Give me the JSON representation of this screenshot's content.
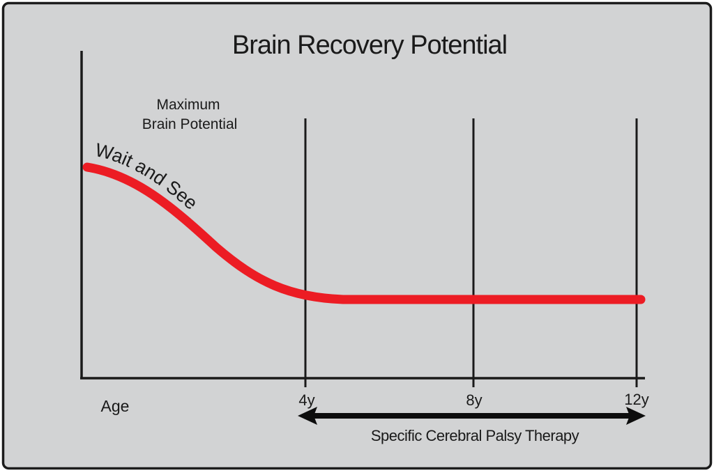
{
  "title": "Brain Recovery Potential",
  "labels": {
    "max_potential_line1": "Maximum",
    "max_potential_line2": "Brain Potential",
    "curve_label": "Wait and See",
    "x_axis": "Age",
    "therapy_arrow": "Specific Cerebral Palsy Therapy"
  },
  "ticks": [
    "4y",
    "8y",
    "12y"
  ],
  "colors": {
    "background": "#d2d3d4",
    "border": "#1c1c1c",
    "ink": "#1a1a1a",
    "curve": "#ec1c24"
  },
  "chart_data": {
    "type": "line",
    "title": "Brain Recovery Potential",
    "xlabel": "Age",
    "ylabel": "",
    "x_ticks": [
      "4y",
      "8y",
      "12y"
    ],
    "x_range_years": [
      0,
      12
    ],
    "grid": "vertical-lines-at-ticks-only",
    "legend": "none",
    "series": [
      {
        "name": "Wait and See",
        "color": "#ec1c24",
        "x_years": [
          0,
          1,
          2,
          3,
          4,
          5,
          6,
          8,
          10,
          12
        ],
        "values_pct_of_max": [
          81,
          78,
          69,
          54,
          33,
          30,
          30,
          30,
          30,
          30
        ]
      }
    ],
    "annotations": [
      {
        "text": "Maximum Brain Potential",
        "position": "upper-left area above curve start"
      },
      {
        "text": "Wait and See",
        "position": "along descending segment of curve"
      },
      {
        "text": "Specific Cerebral Palsy Therapy",
        "position": "below x-axis, double-headed arrow spanning 4y to 12y"
      }
    ]
  }
}
